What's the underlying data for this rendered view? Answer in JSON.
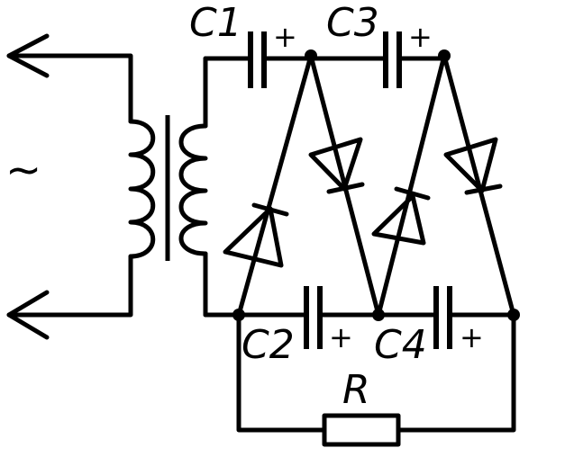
{
  "source_symbol": "~",
  "capacitors": [
    {
      "label": "C1",
      "polarity": "+"
    },
    {
      "label": "C3",
      "polarity": "+"
    },
    {
      "label": "C2",
      "polarity": "+"
    },
    {
      "label": "C4",
      "polarity": "+"
    }
  ],
  "resistor": {
    "label": "R"
  }
}
